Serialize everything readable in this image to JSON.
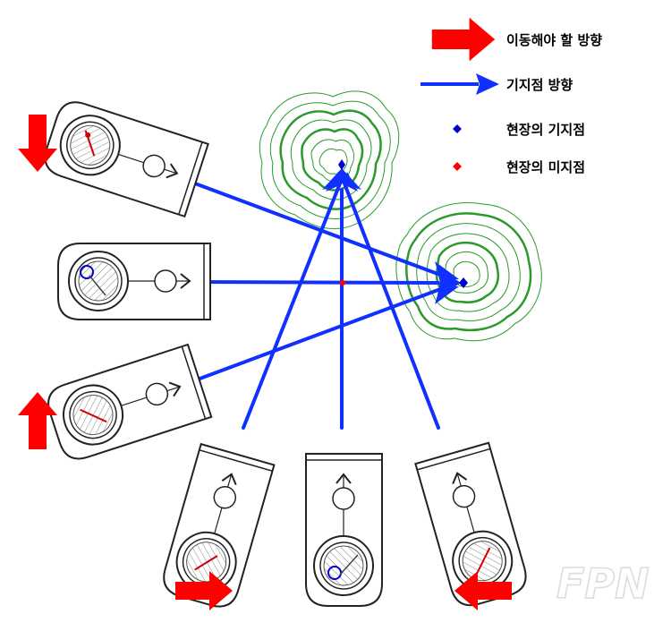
{
  "legend": {
    "move_direction": "이동해야 할 방향",
    "base_point_direction": "기지점 방향",
    "known_point": "현장의 기지점",
    "unknown_point": "현장의 미지점"
  },
  "watermark": "FPN",
  "colors": {
    "move_arrow": "#ff0000",
    "bearing_line": "#1030ff",
    "known_point": "#0000cc",
    "unknown_point": "#ff0000",
    "contour": "#2a9a2a"
  }
}
